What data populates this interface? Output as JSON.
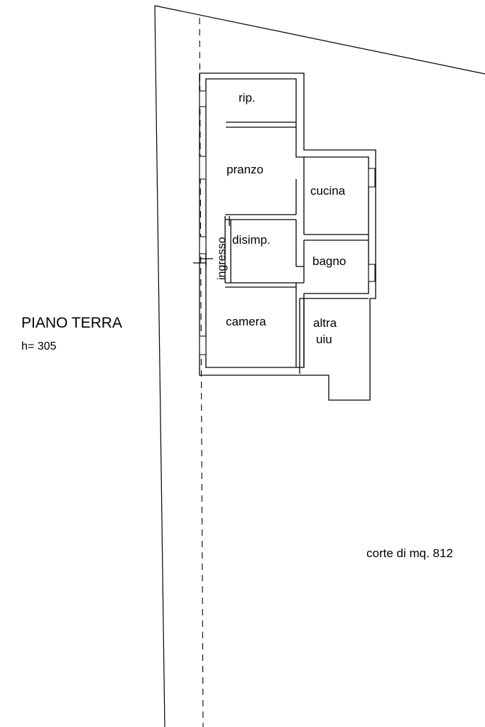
{
  "floor": {
    "title": "PIANO TERRA",
    "height": "h= 305"
  },
  "rooms": {
    "rip": "rip.",
    "pranzo": "pranzo",
    "cucina": "cucina",
    "disimp": "disimp.",
    "ingresso": "ingresso",
    "bagno": "bagno",
    "camera": "camera",
    "altra_line1": "altra",
    "altra_line2": "uiu"
  },
  "corte": "corte di mq. 812"
}
